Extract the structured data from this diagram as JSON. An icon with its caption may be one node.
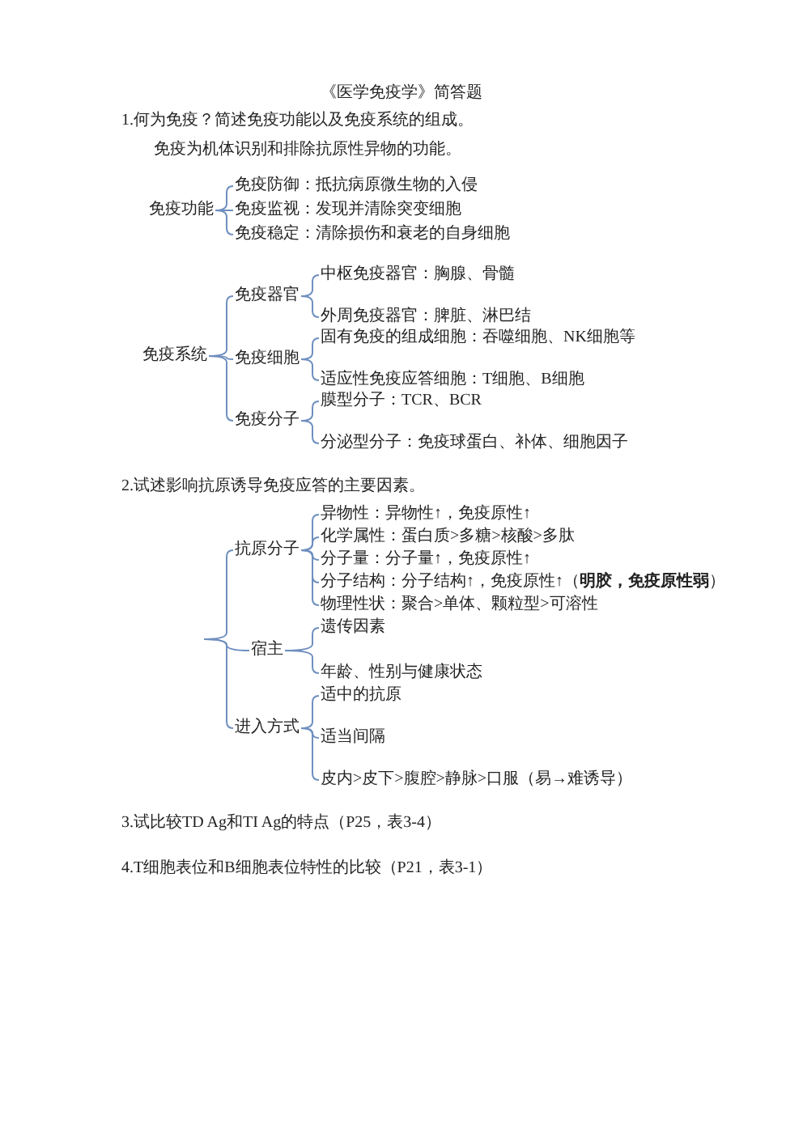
{
  "diagram": {
    "title": "《医学免疫学》简答题",
    "nodes": [
      {
        "text": [
          "免疫功能"
        ]
      },
      {
        "text": [
          "免疫防御：抵抗病原微生物的入侵"
        ]
      },
      {
        "text": [
          "免疫监视：发现并清除突变细胞"
        ]
      },
      {
        "text": [
          "免疫稳定：清除损伤和衰老的自身细胞"
        ]
      },
      {
        "text": [
          "免疫系统"
        ]
      },
      {
        "text": [
          "免疫器官"
        ]
      },
      {
        "text": [
          "中枢免疫器官：胸腺、骨髓"
        ]
      },
      {
        "text": [
          "外周免疫器官：脾脏、淋巴结"
        ]
      },
      {
        "text": [
          "免疫细胞"
        ]
      },
      {
        "text": [
          "固有免疫的组成细胞：吞噬细胞、NK细胞等"
        ]
      },
      {
        "text": [
          "适应性免疫应答细胞：T细胞、B细胞"
        ]
      },
      {
        "text": [
          "免疫分子"
        ]
      },
      {
        "text": [
          "膜型分子：TCR、BCR"
        ]
      },
      {
        "text": [
          "分泌型分子：免疫球蛋白、补体、细胞因子"
        ]
      },
      {
        "text": [
          "抗原分子"
        ]
      },
      {
        "text": [
          "异物性：异物性↑，免疫原性↑"
        ]
      },
      {
        "text": [
          "化学属性：蛋白质>多糖>核酸>多肽"
        ]
      },
      {
        "text": [
          "分子量：分子量↑，免疫原性↑"
        ]
      },
      {
        "text": [
          "分子结构：分子结构↑，免疫原性↑（**明胶，免疫原性弱**）"
        ]
      },
      {
        "text": [
          "物理性状：聚合>单体、颗粒型>可溶性"
        ]
      },
      {
        "text": [
          "宿主"
        ]
      },
      {
        "text": [
          "遗传因素"
        ]
      },
      {
        "text": [
          "年龄、性别与健康状态"
        ]
      },
      {
        "text": [
          "进入方式"
        ]
      },
      {
        "text": [
          "适中的抗原"
        ]
      },
      {
        "text": [
          "适当间隔"
        ]
      },
      {
        "text": [
          "皮内>皮下>腹腔>静脉>口服（易→难诱导）"
        ]
      }
    ],
    "edges": [
      {
        "from": 0,
        "to": 1,
        "arrow": "none"
      },
      {
        "from": 0,
        "to": 2,
        "arrow": "none"
      },
      {
        "from": 0,
        "to": 3,
        "arrow": "none"
      },
      {
        "from": 4,
        "to": 5,
        "arrow": "none"
      },
      {
        "from": 4,
        "to": 8,
        "arrow": "none"
      },
      {
        "from": 4,
        "to": 11,
        "arrow": "none"
      },
      {
        "from": 5,
        "to": 6,
        "arrow": "none"
      },
      {
        "from": 5,
        "to": 7,
        "arrow": "none"
      },
      {
        "from": 8,
        "to": 9,
        "arrow": "none"
      },
      {
        "from": 8,
        "to": 10,
        "arrow": "none"
      },
      {
        "from": 11,
        "to": 12,
        "arrow": "none"
      },
      {
        "from": 11,
        "to": 13,
        "arrow": "none"
      },
      {
        "from": null,
        "to": 14,
        "arrow": "none"
      },
      {
        "from": null,
        "to": 20,
        "arrow": "none"
      },
      {
        "from": null,
        "to": 23,
        "arrow": "none"
      },
      {
        "from": 14,
        "to": 15,
        "arrow": "none"
      },
      {
        "from": 14,
        "to": 16,
        "arrow": "none"
      },
      {
        "from": 14,
        "to": 17,
        "arrow": "none"
      },
      {
        "from": 14,
        "to": 18,
        "arrow": "none"
      },
      {
        "from": 14,
        "to": 19,
        "arrow": "none"
      },
      {
        "from": 20,
        "to": 21,
        "arrow": "none"
      },
      {
        "from": 20,
        "to": 22,
        "arrow": "none"
      },
      {
        "from": 23,
        "to": 24,
        "arrow": "none"
      },
      {
        "from": 23,
        "to": 25,
        "arrow": "none"
      },
      {
        "from": 23,
        "to": 26,
        "arrow": "none"
      }
    ],
    "labels": [
      "1.何为免疫？简述免疫功能以及免疫系统的组成。",
      "免疫为机体识别和排除抗原性异物的功能。",
      "2.试述影响抗原诱导免疫应答的主要因素。",
      "3.试比较TD Ag和TI Ag的特点（P25，表3-4）",
      "4.T细胞表位和B细胞表位特性的比较（P21，表3-1）"
    ]
  }
}
